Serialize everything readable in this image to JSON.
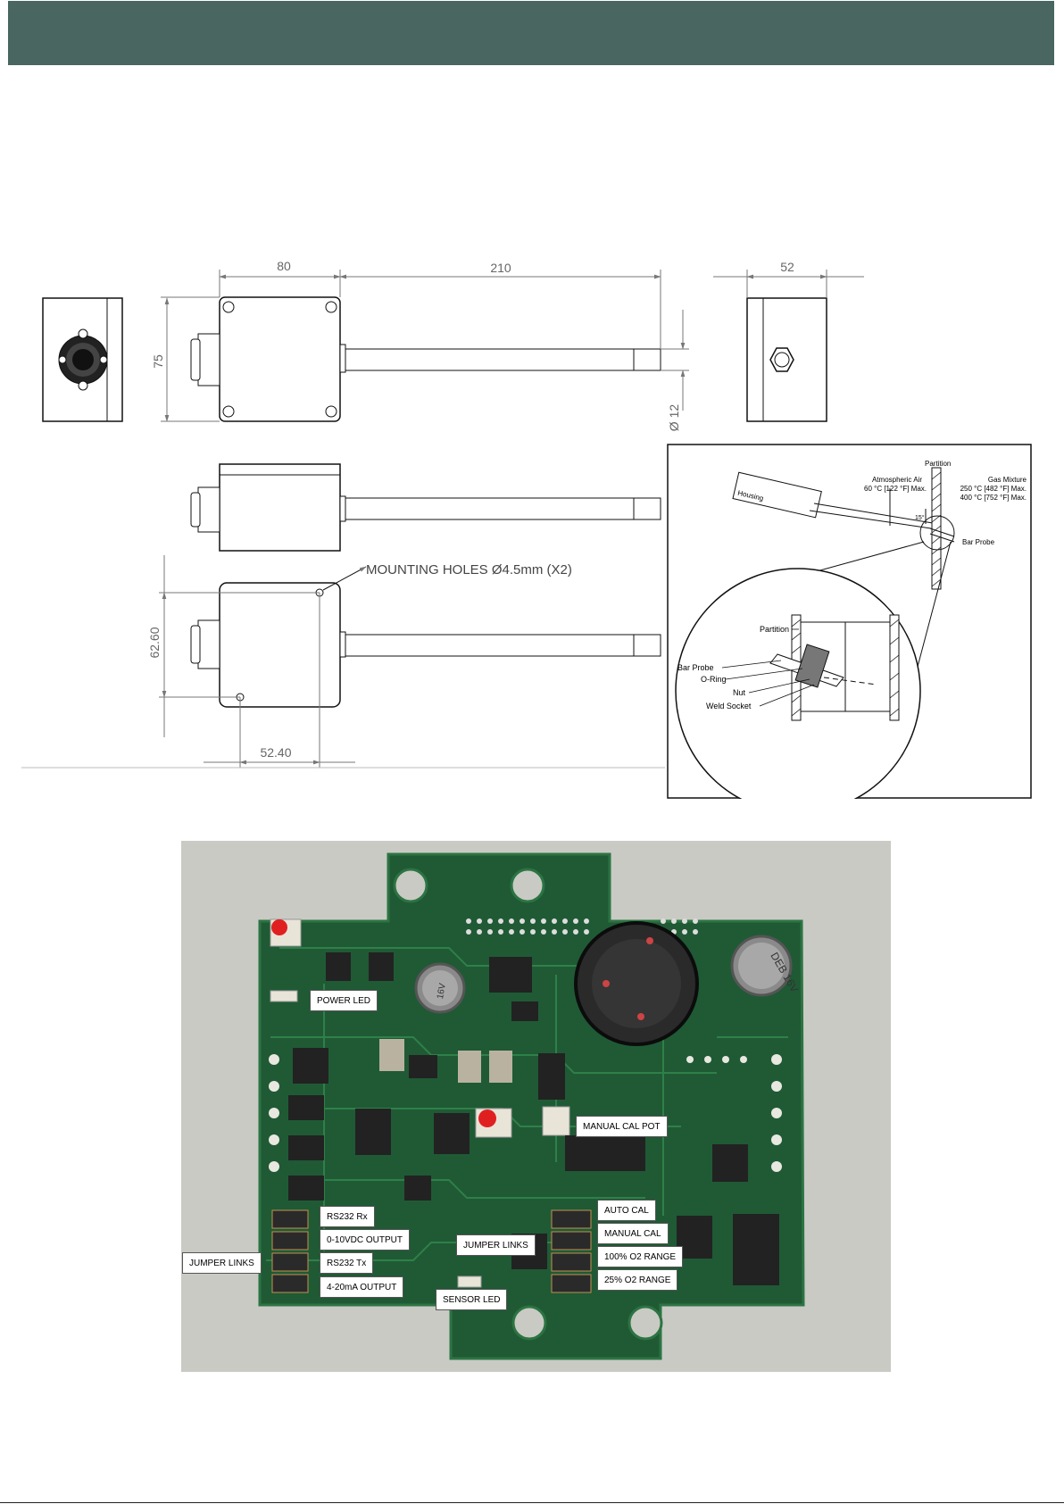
{
  "drawing": {
    "dim_width": "80",
    "dim_probe_length": "210",
    "dim_depth": "52",
    "dim_height": "75",
    "dim_diameter": "Ø 12",
    "dim_hole_vertical": "62.60",
    "dim_hole_horizontal": "52.40",
    "mounting_note": "MOUNTING HOLES Ø4.5mm (X2)"
  },
  "install_diagram": {
    "housing": "Housing",
    "partition_top": "Partition",
    "atmospheric_air": "Atmospheric Air",
    "atmospheric_temp": "60 °C [122 °F] Max.",
    "gas_mixture": "Gas Mixture",
    "gas_temp_1": "250 °C [482 °F] Max.",
    "gas_temp_2": "400 °C [752 °F] Max.",
    "angle": "15°",
    "bar_probe_top": "Bar Probe",
    "partition_detail": "Partition",
    "bar_probe_detail": "Bar Probe",
    "o_ring": "O-Ring",
    "nut": "Nut",
    "weld_socket": "Weld Socket"
  },
  "pcb": {
    "labels": {
      "power_led": "POWER LED",
      "manual_cal_pot": "MANUAL CAL POT",
      "rs232_rx": "RS232 Rx",
      "output_0_10": "0-10VDC OUTPUT",
      "rs232_tx": "RS232 Tx",
      "output_4_20": "4-20mA OUTPUT",
      "jumper_links_left": "JUMPER LINKS",
      "jumper_links_center": "JUMPER LINKS",
      "sensor_led": "SENSOR LED",
      "auto_cal": "AUTO CAL",
      "manual_cal": "MANUAL CAL",
      "range_100": "100% O2 RANGE",
      "range_25": "25% O2 RANGE"
    },
    "component_codes": {
      "cap_right": "DEB 16V",
      "cap_mid": "16V"
    }
  },
  "colors": {
    "header": "#496661",
    "pcb_green": "#1f5a35",
    "photo_background": "#c9cac4"
  }
}
